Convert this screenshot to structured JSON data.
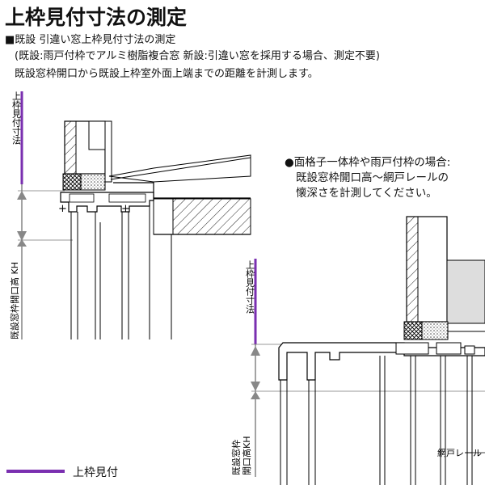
{
  "title": "上枠見付寸法の測定",
  "subtitle": {
    "line1": "■既設 引違い窓上枠見付寸法の測定",
    "line2": "(既設:雨戸付枠でアルミ樹脂複合窓 新設:引違い窓を採用する場合、測定不要)",
    "line3": "既設窓枠開口から既設上枠室外面上端までの距離を計測します。"
  },
  "left_diagram": {
    "label_top": "上枠見付寸法",
    "label_kh": "既設窓枠開口高 KH"
  },
  "note": {
    "line1": "●面格子一体枠や雨戸付枠の場合:",
    "line2": "既設窓枠開口高～網戸レールの",
    "line3": "懐深さを計測してください。"
  },
  "right_diagram": {
    "label_top": "上枠見付寸法",
    "label_kh_line1": "既設窓枠",
    "label_kh_line2": "開口高KH",
    "label_rail": "網戸レール"
  },
  "legend": {
    "label": "上枠見付",
    "color": "#7a2fb0"
  }
}
